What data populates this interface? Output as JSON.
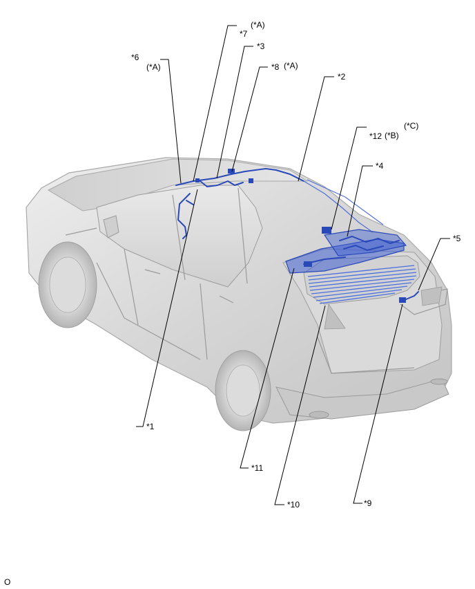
{
  "callouts": {
    "c1": "*1",
    "c2": "*2",
    "c3": "*3",
    "c4": "*4",
    "c5": "*5",
    "c6": "*6",
    "c6_note": "(*A)",
    "c7": "*7",
    "c7_note": "(*A)",
    "c8": "*8",
    "c8_note": "(*A)",
    "c9": "*9",
    "c10": "*10",
    "c11": "*11",
    "c12": "*12",
    "c12_note_b": "(*B)",
    "c12_note_c": "(*C)"
  },
  "corner_code": "O",
  "colors": {
    "harness": "#2a49b8",
    "highlight_fill": "#3f5fd0",
    "vehicle_body": "#d9d9d9"
  }
}
